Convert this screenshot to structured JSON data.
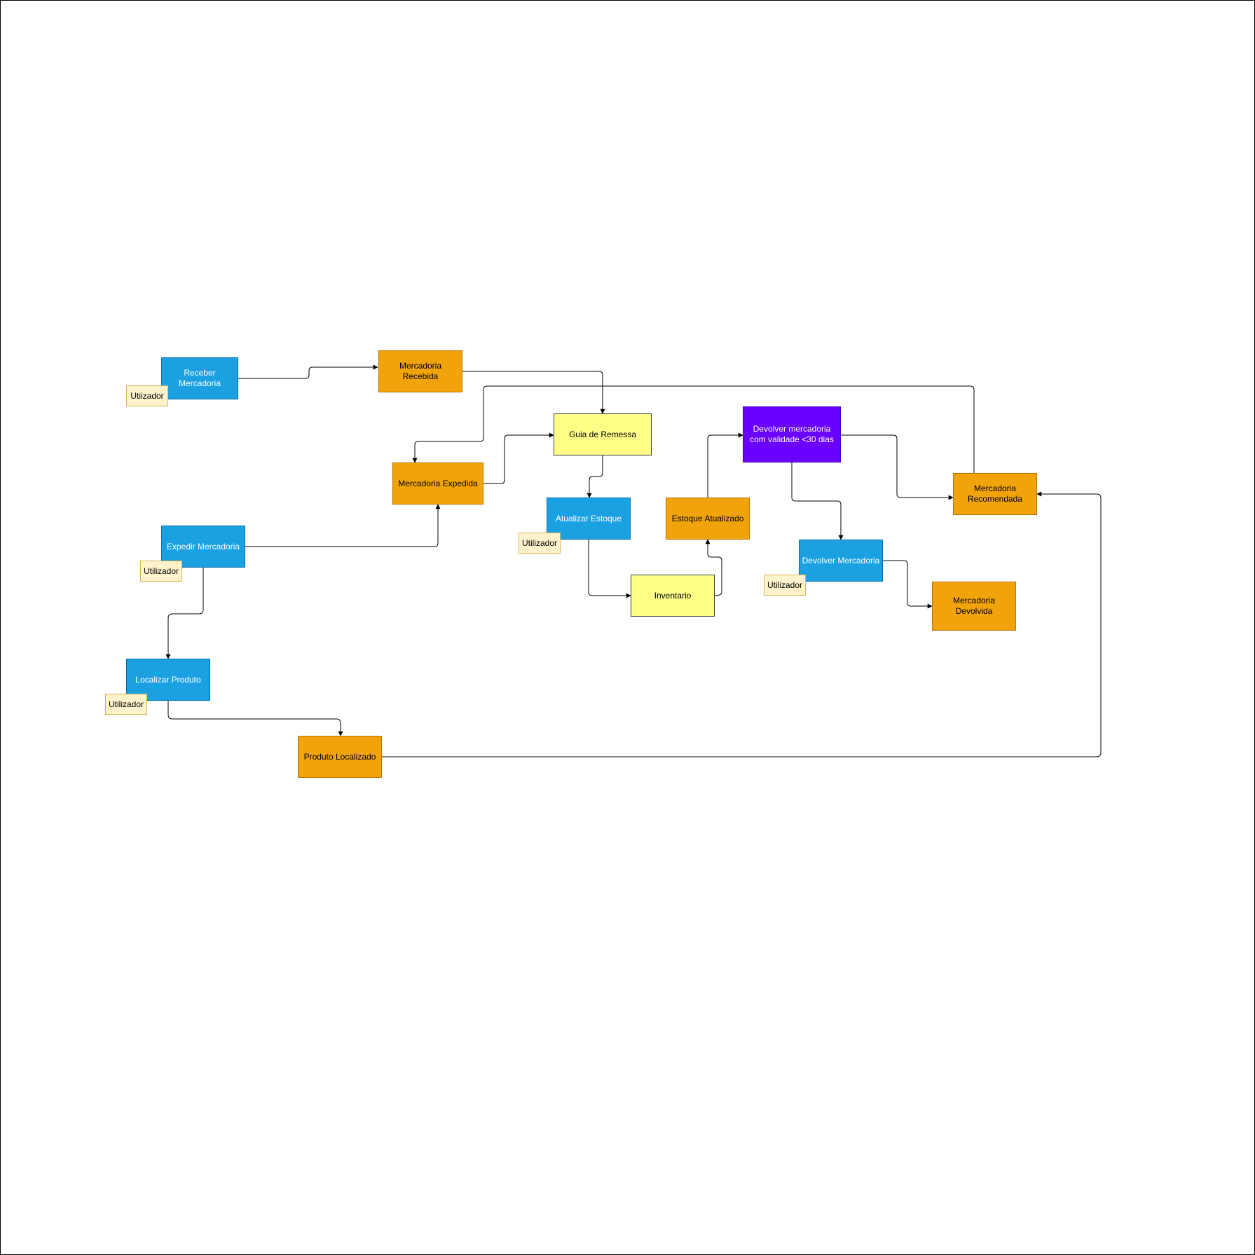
{
  "diagram": {
    "nodes": {
      "receber": "Receber Mercadoria",
      "receber_actor": "Utiizador",
      "recebida": "Mercadoria Recebida",
      "guia": "Guia de Remessa",
      "expedida": "Mercadoria Expedida",
      "expedir": "Expedir Mercadoria",
      "expedir_actor": "Utilizador",
      "atualizar": "Atualizar Estoque",
      "atualizar_actor": "Utilizador",
      "estoque_atualizado": "Estoque Atualizado",
      "inventario": "Inventario",
      "devolver_validade": "Devolver mercadoria com validade <30 dias",
      "recomendada": "Mercadoria Recomendada",
      "devolver": "Devolver Mercadoria",
      "devolver_actor": "Utilizador",
      "devolvida": "Mercadoria Devolvida",
      "localizar": "Localizar Produto",
      "localizar_actor": "Utilizador",
      "localizado": "Produto Localizado"
    },
    "edges": [
      {
        "from": "receber",
        "to": "recebida"
      },
      {
        "from": "recebida",
        "to": "guia"
      },
      {
        "from": "recomendada",
        "to": "expedida"
      },
      {
        "from": "expedida",
        "to": "guia"
      },
      {
        "from": "expedir",
        "to": "expedida"
      },
      {
        "from": "guia",
        "to": "atualizar"
      },
      {
        "from": "atualizar",
        "to": "inventario"
      },
      {
        "from": "inventario",
        "to": "estoque_atualizado"
      },
      {
        "from": "estoque_atualizado",
        "to": "devolver_validade"
      },
      {
        "from": "devolver_validade",
        "to": "recomendada"
      },
      {
        "from": "devolver_validade",
        "to": "devolver"
      },
      {
        "from": "devolver",
        "to": "devolvida"
      },
      {
        "from": "expedir",
        "to": "localizar"
      },
      {
        "from": "localizar",
        "to": "localizado"
      },
      {
        "from": "localizado",
        "to": "recomendada"
      }
    ]
  }
}
